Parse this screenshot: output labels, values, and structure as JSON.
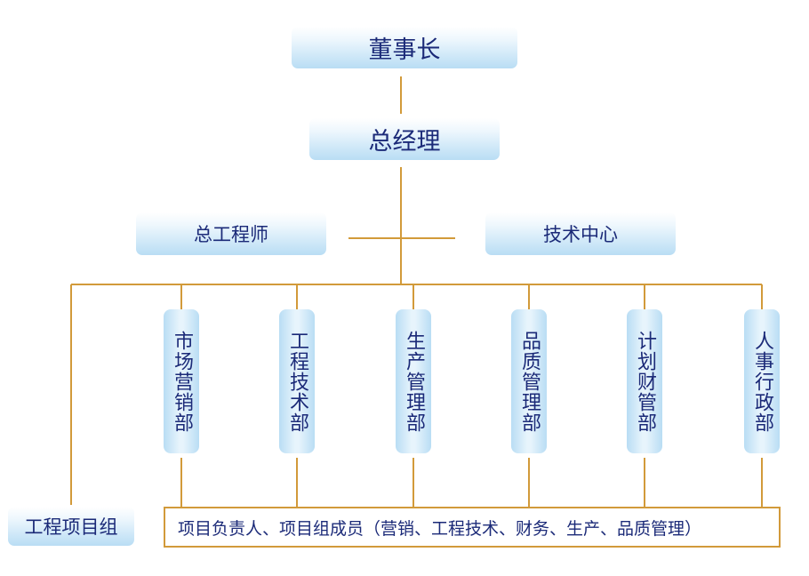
{
  "nodes": {
    "chairman": "董事长",
    "general_manager": "总经理",
    "chief_engineer": "总工程师",
    "tech_center": "技术中心",
    "project_group": "工程项目组"
  },
  "departments": [
    "市场营销部",
    "工程技术部",
    "生产管理部",
    "品质管理部",
    "计划财管部",
    "人事行政部"
  ],
  "members_text": "项目负责人、项目组成员（营销、工程技术、财务、生产、品质管理）",
  "colors": {
    "connector": "#d29a3a",
    "text": "#1b2a78",
    "box_fill": "#cfe8f8"
  }
}
